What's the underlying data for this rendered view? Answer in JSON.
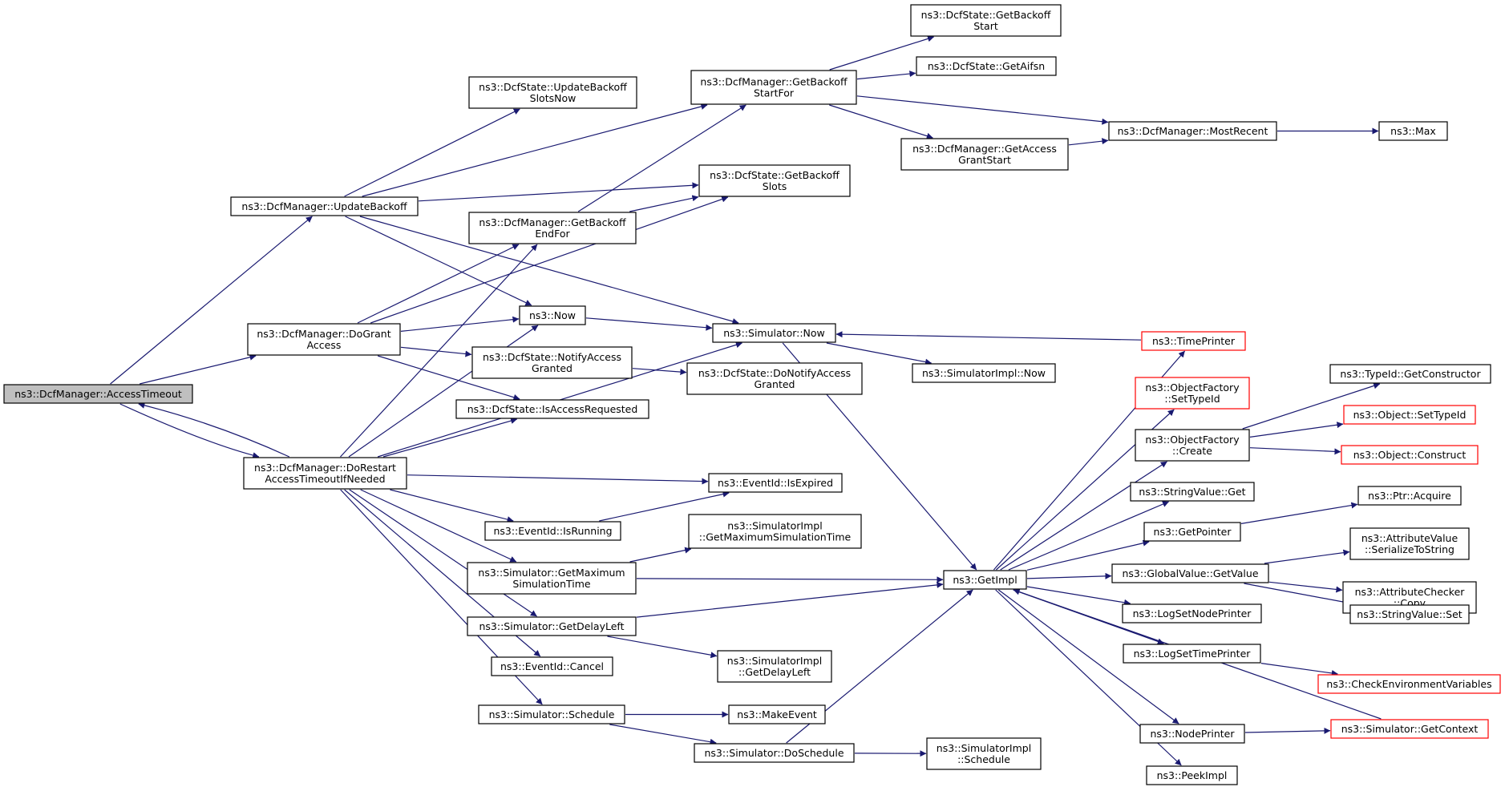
{
  "colors": {
    "edge": "#191970",
    "external_border": "#ff0000",
    "root_fill": "#bfbfbf",
    "node_border": "#000000"
  },
  "nodes": [
    {
      "id": "access_timeout",
      "lines": [
        "ns3::DcfManager::AccessTimeout"
      ],
      "kind": "root"
    },
    {
      "id": "update_backoff",
      "lines": [
        "ns3::DcfManager::UpdateBackoff"
      ]
    },
    {
      "id": "do_grant_access",
      "lines": [
        "ns3::DcfManager::DoGrant",
        "Access"
      ]
    },
    {
      "id": "do_restart",
      "lines": [
        "ns3::DcfManager::DoRestart",
        "AccessTimeoutIfNeeded"
      ]
    },
    {
      "id": "update_backoff_slots_now",
      "lines": [
        "ns3::DcfState::UpdateBackoff",
        "SlotsNow"
      ]
    },
    {
      "id": "get_backoff_end_for",
      "lines": [
        "ns3::DcfManager::GetBackoff",
        "EndFor"
      ]
    },
    {
      "id": "now",
      "lines": [
        "ns3::Now"
      ]
    },
    {
      "id": "notify_access_granted",
      "lines": [
        "ns3::DcfState::NotifyAccess",
        "Granted"
      ]
    },
    {
      "id": "is_access_requested",
      "lines": [
        "ns3::DcfState::IsAccessRequested"
      ]
    },
    {
      "id": "is_running",
      "lines": [
        "ns3::EventId::IsRunning"
      ]
    },
    {
      "id": "get_max_sim_time",
      "lines": [
        "ns3::Simulator::GetMaximum",
        "SimulationTime"
      ]
    },
    {
      "id": "get_delay_left",
      "lines": [
        "ns3::Simulator::GetDelayLeft"
      ]
    },
    {
      "id": "cancel",
      "lines": [
        "ns3::EventId::Cancel"
      ]
    },
    {
      "id": "schedule",
      "lines": [
        "ns3::Simulator::Schedule"
      ]
    },
    {
      "id": "get_backoff_start_for",
      "lines": [
        "ns3::DcfManager::GetBackoff",
        "StartFor"
      ]
    },
    {
      "id": "get_backoff_slots",
      "lines": [
        "ns3::DcfState::GetBackoff",
        "Slots"
      ]
    },
    {
      "id": "simulator_now",
      "lines": [
        "ns3::Simulator::Now"
      ]
    },
    {
      "id": "do_notify_access_granted",
      "lines": [
        "ns3::DcfState::DoNotifyAccess",
        "Granted"
      ]
    },
    {
      "id": "is_expired",
      "lines": [
        "ns3::EventId::IsExpired"
      ]
    },
    {
      "id": "impl_get_max_sim_time",
      "lines": [
        "ns3::SimulatorImpl",
        "::GetMaximumSimulationTime"
      ]
    },
    {
      "id": "impl_get_delay_left",
      "lines": [
        "ns3::SimulatorImpl",
        "::GetDelayLeft"
      ]
    },
    {
      "id": "make_event",
      "lines": [
        "ns3::MakeEvent"
      ]
    },
    {
      "id": "do_schedule",
      "lines": [
        "ns3::Simulator::DoSchedule"
      ]
    },
    {
      "id": "get_backoff_start",
      "lines": [
        "ns3::DcfState::GetBackoff",
        "Start"
      ]
    },
    {
      "id": "get_aifsn",
      "lines": [
        "ns3::DcfState::GetAifsn"
      ]
    },
    {
      "id": "get_access_grant_start",
      "lines": [
        "ns3::DcfManager::GetAccess",
        "GrantStart"
      ]
    },
    {
      "id": "simulator_impl_now",
      "lines": [
        "ns3::SimulatorImpl::Now"
      ]
    },
    {
      "id": "get_impl",
      "lines": [
        "ns3::GetImpl"
      ]
    },
    {
      "id": "impl_schedule",
      "lines": [
        "ns3::SimulatorImpl",
        "::Schedule"
      ]
    },
    {
      "id": "most_recent",
      "lines": [
        "ns3::DcfManager::MostRecent"
      ]
    },
    {
      "id": "time_printer",
      "lines": [
        "ns3::TimePrinter"
      ],
      "kind": "external"
    },
    {
      "id": "object_factory_set_type_id",
      "lines": [
        "ns3::ObjectFactory",
        "::SetTypeId"
      ],
      "kind": "external"
    },
    {
      "id": "object_factory_create",
      "lines": [
        "ns3::ObjectFactory",
        "::Create"
      ]
    },
    {
      "id": "string_value_get",
      "lines": [
        "ns3::StringValue::Get"
      ]
    },
    {
      "id": "get_pointer",
      "lines": [
        "ns3::GetPointer"
      ]
    },
    {
      "id": "global_value_get_value",
      "lines": [
        "ns3::GlobalValue::GetValue"
      ]
    },
    {
      "id": "log_set_node_printer",
      "lines": [
        "ns3::LogSetNodePrinter"
      ]
    },
    {
      "id": "log_set_time_printer",
      "lines": [
        "ns3::LogSetTimePrinter"
      ]
    },
    {
      "id": "node_printer",
      "lines": [
        "ns3::NodePrinter"
      ]
    },
    {
      "id": "peek_impl",
      "lines": [
        "ns3::PeekImpl"
      ]
    },
    {
      "id": "max",
      "lines": [
        "ns3::Max"
      ]
    },
    {
      "id": "type_id_get_constructor",
      "lines": [
        "ns3::TypeId::GetConstructor"
      ]
    },
    {
      "id": "object_set_type_id",
      "lines": [
        "ns3::Object::SetTypeId"
      ],
      "kind": "external"
    },
    {
      "id": "object_construct",
      "lines": [
        "ns3::Object::Construct"
      ],
      "kind": "external"
    },
    {
      "id": "ptr_acquire",
      "lines": [
        "ns3::Ptr::Acquire"
      ]
    },
    {
      "id": "attribute_value_serialize",
      "lines": [
        "ns3::AttributeValue",
        "::SerializeToString"
      ]
    },
    {
      "id": "attribute_checker_copy",
      "lines": [
        "ns3::AttributeChecker",
        "::Copy"
      ]
    },
    {
      "id": "string_value_set",
      "lines": [
        "ns3::StringValue::Set"
      ]
    },
    {
      "id": "check_environment_variables",
      "lines": [
        "ns3::CheckEnvironmentVariables"
      ],
      "kind": "external"
    },
    {
      "id": "simulator_get_context",
      "lines": [
        "ns3::Simulator::GetContext"
      ],
      "kind": "external"
    }
  ],
  "edges": [
    {
      "from": "access_timeout",
      "to": "update_backoff"
    },
    {
      "from": "access_timeout",
      "to": "do_grant_access"
    },
    {
      "from": "access_timeout",
      "to": "do_restart"
    },
    {
      "from": "do_restart",
      "to": "access_timeout"
    },
    {
      "from": "update_backoff",
      "to": "get_backoff_start_for"
    },
    {
      "from": "update_backoff",
      "to": "update_backoff_slots_now"
    },
    {
      "from": "update_backoff",
      "to": "get_backoff_slots"
    },
    {
      "from": "update_backoff",
      "to": "now"
    },
    {
      "from": "update_backoff",
      "to": "simulator_now"
    },
    {
      "from": "do_grant_access",
      "to": "get_backoff_slots"
    },
    {
      "from": "do_grant_access",
      "to": "get_backoff_end_for"
    },
    {
      "from": "do_grant_access",
      "to": "now"
    },
    {
      "from": "do_grant_access",
      "to": "notify_access_granted"
    },
    {
      "from": "do_grant_access",
      "to": "is_access_requested"
    },
    {
      "from": "do_restart",
      "to": "get_backoff_end_for"
    },
    {
      "from": "do_restart",
      "to": "now"
    },
    {
      "from": "do_restart",
      "to": "is_access_requested"
    },
    {
      "from": "do_restart",
      "to": "simulator_now"
    },
    {
      "from": "do_restart",
      "to": "is_expired"
    },
    {
      "from": "do_restart",
      "to": "is_running"
    },
    {
      "from": "do_restart",
      "to": "get_max_sim_time"
    },
    {
      "from": "do_restart",
      "to": "get_delay_left"
    },
    {
      "from": "do_restart",
      "to": "cancel"
    },
    {
      "from": "do_restart",
      "to": "schedule"
    },
    {
      "from": "get_backoff_end_for",
      "to": "get_backoff_start_for"
    },
    {
      "from": "get_backoff_end_for",
      "to": "get_backoff_slots"
    },
    {
      "from": "now",
      "to": "simulator_now"
    },
    {
      "from": "notify_access_granted",
      "to": "do_notify_access_granted"
    },
    {
      "from": "is_running",
      "to": "is_expired"
    },
    {
      "from": "get_max_sim_time",
      "to": "impl_get_max_sim_time"
    },
    {
      "from": "get_max_sim_time",
      "to": "get_impl"
    },
    {
      "from": "get_delay_left",
      "to": "get_impl"
    },
    {
      "from": "get_delay_left",
      "to": "impl_get_delay_left"
    },
    {
      "from": "schedule",
      "to": "make_event"
    },
    {
      "from": "schedule",
      "to": "do_schedule"
    },
    {
      "from": "get_backoff_start_for",
      "to": "get_backoff_start"
    },
    {
      "from": "get_backoff_start_for",
      "to": "get_aifsn"
    },
    {
      "from": "get_backoff_start_for",
      "to": "most_recent"
    },
    {
      "from": "get_backoff_start_for",
      "to": "get_access_grant_start"
    },
    {
      "from": "get_access_grant_start",
      "to": "most_recent"
    },
    {
      "from": "most_recent",
      "to": "max"
    },
    {
      "from": "simulator_now",
      "to": "simulator_impl_now"
    },
    {
      "from": "simulator_now",
      "to": "get_impl"
    },
    {
      "from": "time_printer",
      "to": "simulator_now"
    },
    {
      "from": "do_schedule",
      "to": "get_impl"
    },
    {
      "from": "do_schedule",
      "to": "impl_schedule"
    },
    {
      "from": "get_impl",
      "to": "time_printer"
    },
    {
      "from": "get_impl",
      "to": "object_factory_set_type_id"
    },
    {
      "from": "get_impl",
      "to": "object_factory_create"
    },
    {
      "from": "get_impl",
      "to": "string_value_get"
    },
    {
      "from": "get_impl",
      "to": "get_pointer"
    },
    {
      "from": "get_impl",
      "to": "global_value_get_value"
    },
    {
      "from": "get_impl",
      "to": "log_set_node_printer"
    },
    {
      "from": "get_impl",
      "to": "log_set_time_printer"
    },
    {
      "from": "get_impl",
      "to": "node_printer"
    },
    {
      "from": "get_impl",
      "to": "peek_impl"
    },
    {
      "from": "simulator_get_context",
      "to": "get_impl"
    },
    {
      "from": "object_factory_create",
      "to": "type_id_get_constructor"
    },
    {
      "from": "object_factory_create",
      "to": "object_set_type_id"
    },
    {
      "from": "object_factory_create",
      "to": "object_construct"
    },
    {
      "from": "get_pointer",
      "to": "ptr_acquire"
    },
    {
      "from": "global_value_get_value",
      "to": "attribute_value_serialize"
    },
    {
      "from": "global_value_get_value",
      "to": "attribute_checker_copy"
    },
    {
      "from": "global_value_get_value",
      "to": "string_value_set"
    },
    {
      "from": "log_set_time_printer",
      "to": "check_environment_variables"
    },
    {
      "from": "node_printer",
      "to": "simulator_get_context"
    }
  ]
}
